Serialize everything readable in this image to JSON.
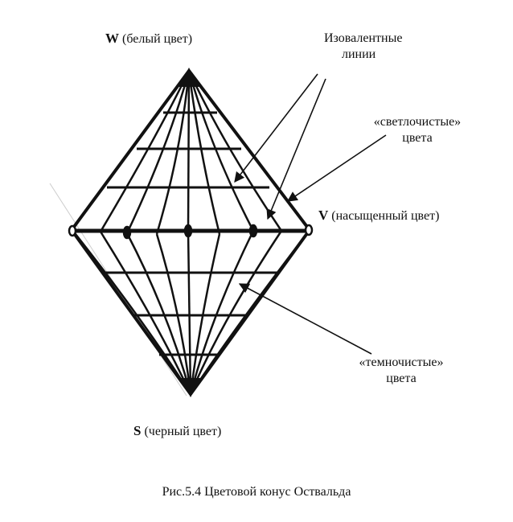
{
  "labels": {
    "white": {
      "letter": "W",
      "text": "(белый цвет)"
    },
    "saturated": {
      "letter": "V",
      "text": "(насыщенный цвет)"
    },
    "black": {
      "letter": "S",
      "text": "(черный цвет)"
    },
    "isovalent_line1": "Изовалентные",
    "isovalent_line2": "линии",
    "light_line1": "«светлочистые»",
    "light_line2": "цвета",
    "dark_line1": "«темночистые»",
    "dark_line2": "цвета"
  },
  "caption": "Рис.5.4 Цветовой конус Оствальда"
}
